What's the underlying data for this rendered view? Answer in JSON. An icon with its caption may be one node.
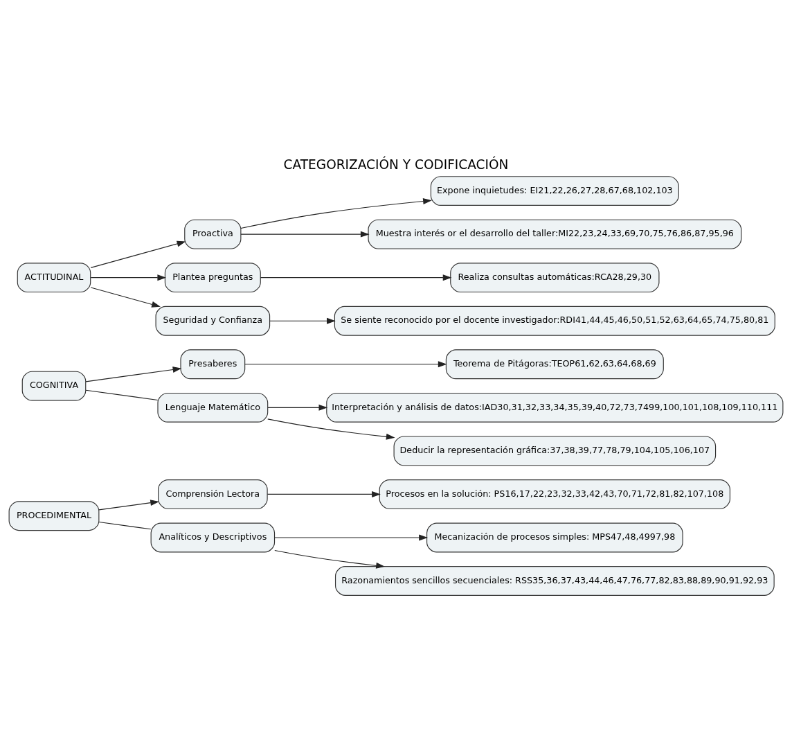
{
  "diagram": {
    "title": "CATEGORIZACIÓN Y CODIFICACIÓN",
    "nodes": [
      {
        "text": [
          "PROCEDIMENTAL"
        ]
      },
      {
        "text": [
          "Comprensión Lectora"
        ]
      },
      {
        "text": [
          "Procesos en la solución: PS16,17,22,23,32,33,42,43,70,71,72,81,82,107,108"
        ]
      },
      {
        "text": [
          "Analíticos y Descriptivos"
        ]
      },
      {
        "text": [
          "Mecanización de procesos simples: MPS47,48,4997,98"
        ]
      },
      {
        "text": [
          "Razonamientos sencillos secuenciales: RSS35,36,37,43,44,46,47,76,77,82,83,88,89,90,91,92,93"
        ]
      },
      {
        "text": [
          "COGNITIVA"
        ]
      },
      {
        "text": [
          "Presaberes"
        ]
      },
      {
        "text": [
          "Teorema de Pitágoras:TEOP61,62,63,64,68,69"
        ]
      },
      {
        "text": [
          "Lenguaje Matemático"
        ]
      },
      {
        "text": [
          "Interpretación y análisis de datos:IAD30,31,32,33,34,35,39,40,72,73,7499,100,101,108,109,110,111"
        ]
      },
      {
        "text": [
          "Deducir la representación gráfica:37,38,39,77,78,79,104,105,106,107"
        ]
      },
      {
        "text": [
          "ACTITUDINAL"
        ]
      },
      {
        "text": [
          "Proactiva"
        ]
      },
      {
        "text": [
          "Expone inquietudes: EI21,22,26,27,28,67,68,102,103"
        ]
      },
      {
        "text": [
          "Muestra interés or el desarrollo del taller:MI22,23,24,33,69,70,75,76,86,87,95,96"
        ]
      },
      {
        "text": [
          "Plantea preguntas"
        ]
      },
      {
        "text": [
          "Realiza consultas automáticas:RCA28,29,30"
        ]
      },
      {
        "text": [
          "Seguridad y Confianza"
        ]
      },
      {
        "text": [
          "Se siente reconocido por el docente investigador:RDI41,44,45,46,50,51,52,63,64,65,74,75,80,81"
        ]
      }
    ],
    "edges": [
      {
        "from": 0,
        "to": 1,
        "arrow": "to"
      },
      {
        "from": 1,
        "to": 2,
        "arrow": "to"
      },
      {
        "from": 0,
        "to": 3,
        "arrow": "none"
      },
      {
        "from": 3,
        "to": 4,
        "arrow": "to"
      },
      {
        "from": 3,
        "to": 5,
        "arrow": "to"
      },
      {
        "from": 6,
        "to": 7,
        "arrow": "to"
      },
      {
        "from": 7,
        "to": 8,
        "arrow": "to"
      },
      {
        "from": 6,
        "to": 9,
        "arrow": "none"
      },
      {
        "from": 9,
        "to": 10,
        "arrow": "to"
      },
      {
        "from": 9,
        "to": 11,
        "arrow": "to"
      },
      {
        "from": 12,
        "to": 13,
        "arrow": "to"
      },
      {
        "from": 13,
        "to": 14,
        "arrow": "to"
      },
      {
        "from": 13,
        "to": 15,
        "arrow": "to"
      },
      {
        "from": 12,
        "to": 16,
        "arrow": "to"
      },
      {
        "from": 16,
        "to": 17,
        "arrow": "to"
      },
      {
        "from": 12,
        "to": 18,
        "arrow": "to"
      },
      {
        "from": 18,
        "to": 19,
        "arrow": "to"
      }
    ]
  }
}
